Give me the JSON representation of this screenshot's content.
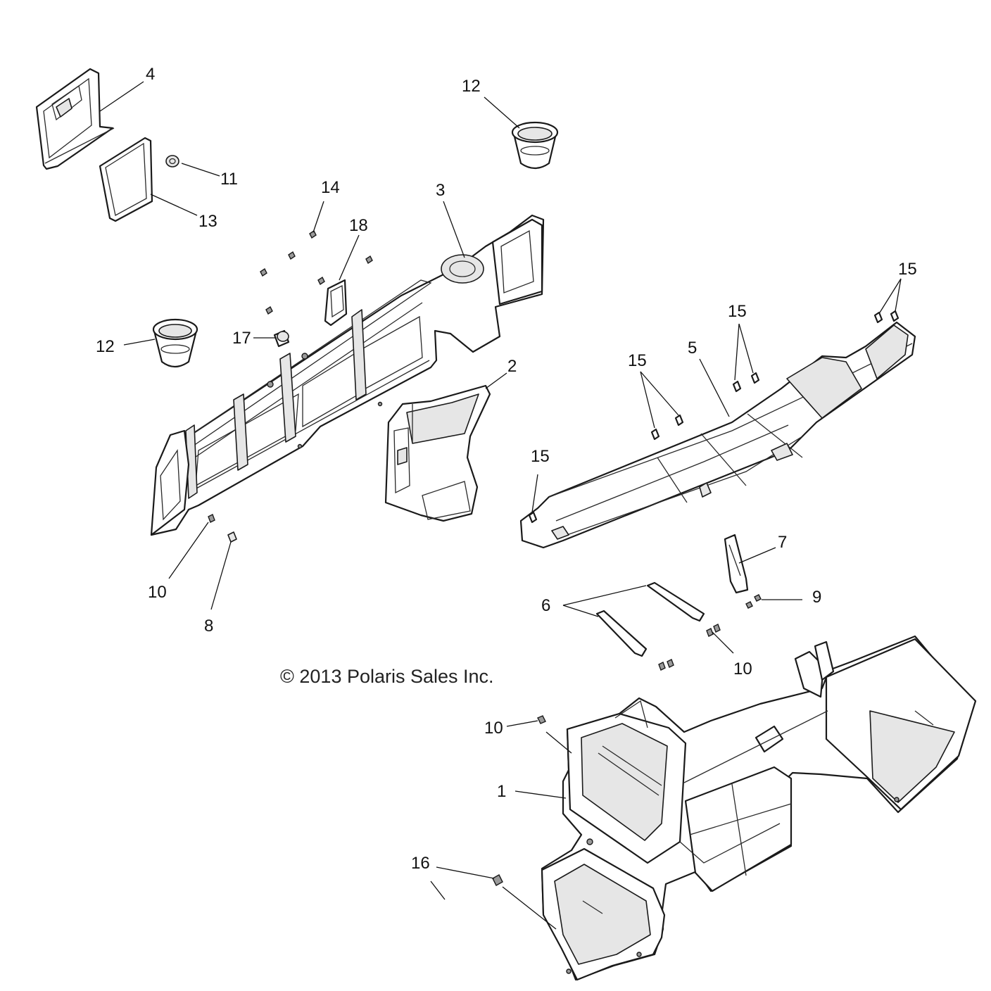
{
  "callouts": {
    "c1": "1",
    "c2": "2",
    "c3": "3",
    "c4": "4",
    "c5": "5",
    "c6": "6",
    "c7": "7",
    "c8": "8",
    "c9": "9",
    "c10a": "10",
    "c10b": "10",
    "c10c": "10",
    "c11": "11",
    "c12a": "12",
    "c12b": "12",
    "c13": "13",
    "c14": "14",
    "c15a": "15",
    "c15b": "15",
    "c15c": "15",
    "c15d": "15",
    "c16": "16",
    "c17": "17",
    "c18": "18"
  },
  "copyright": "© 2013 Polaris Sales Inc."
}
